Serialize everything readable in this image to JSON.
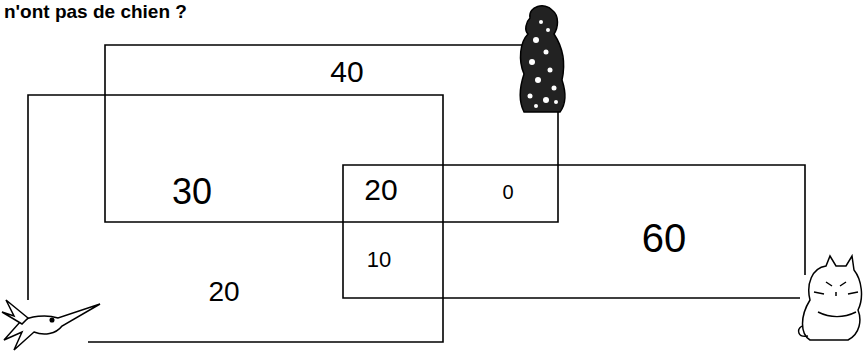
{
  "diagram": {
    "labels": [
      "n'ont pas de chien ?",
      "40",
      "30",
      "20",
      "0",
      "60",
      "10",
      "20"
    ]
  }
}
